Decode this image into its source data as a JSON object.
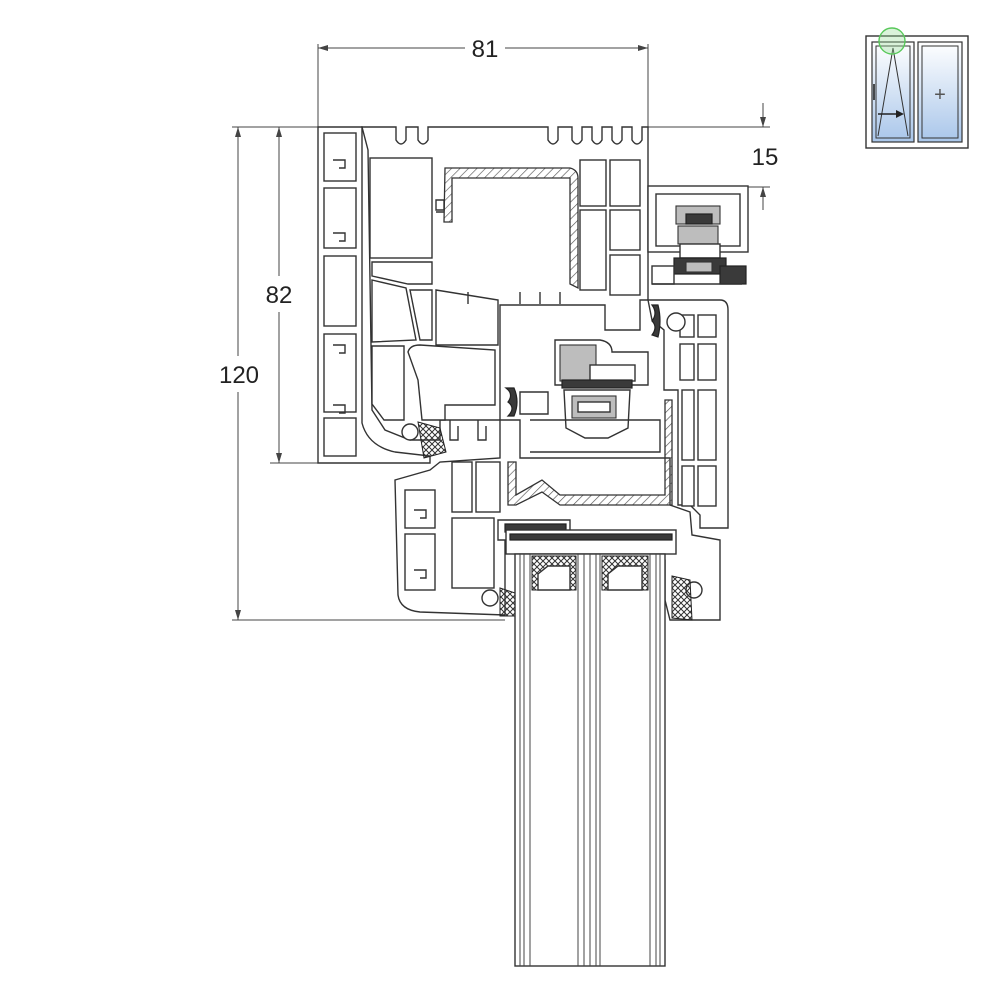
{
  "dimensions": {
    "width_top": "81",
    "height_inner": "82",
    "height_total": "120",
    "offset_right": "15"
  },
  "colors": {
    "line": "#333333",
    "hatch": "#555555",
    "glass_gradient_top": "#ffffff",
    "glass_gradient_bottom": "#a9c6ea",
    "highlight_circle": "#58c85a"
  },
  "thumbnail": {
    "icon": "sliding-door-icon",
    "fixed_pane_symbol": "+"
  }
}
